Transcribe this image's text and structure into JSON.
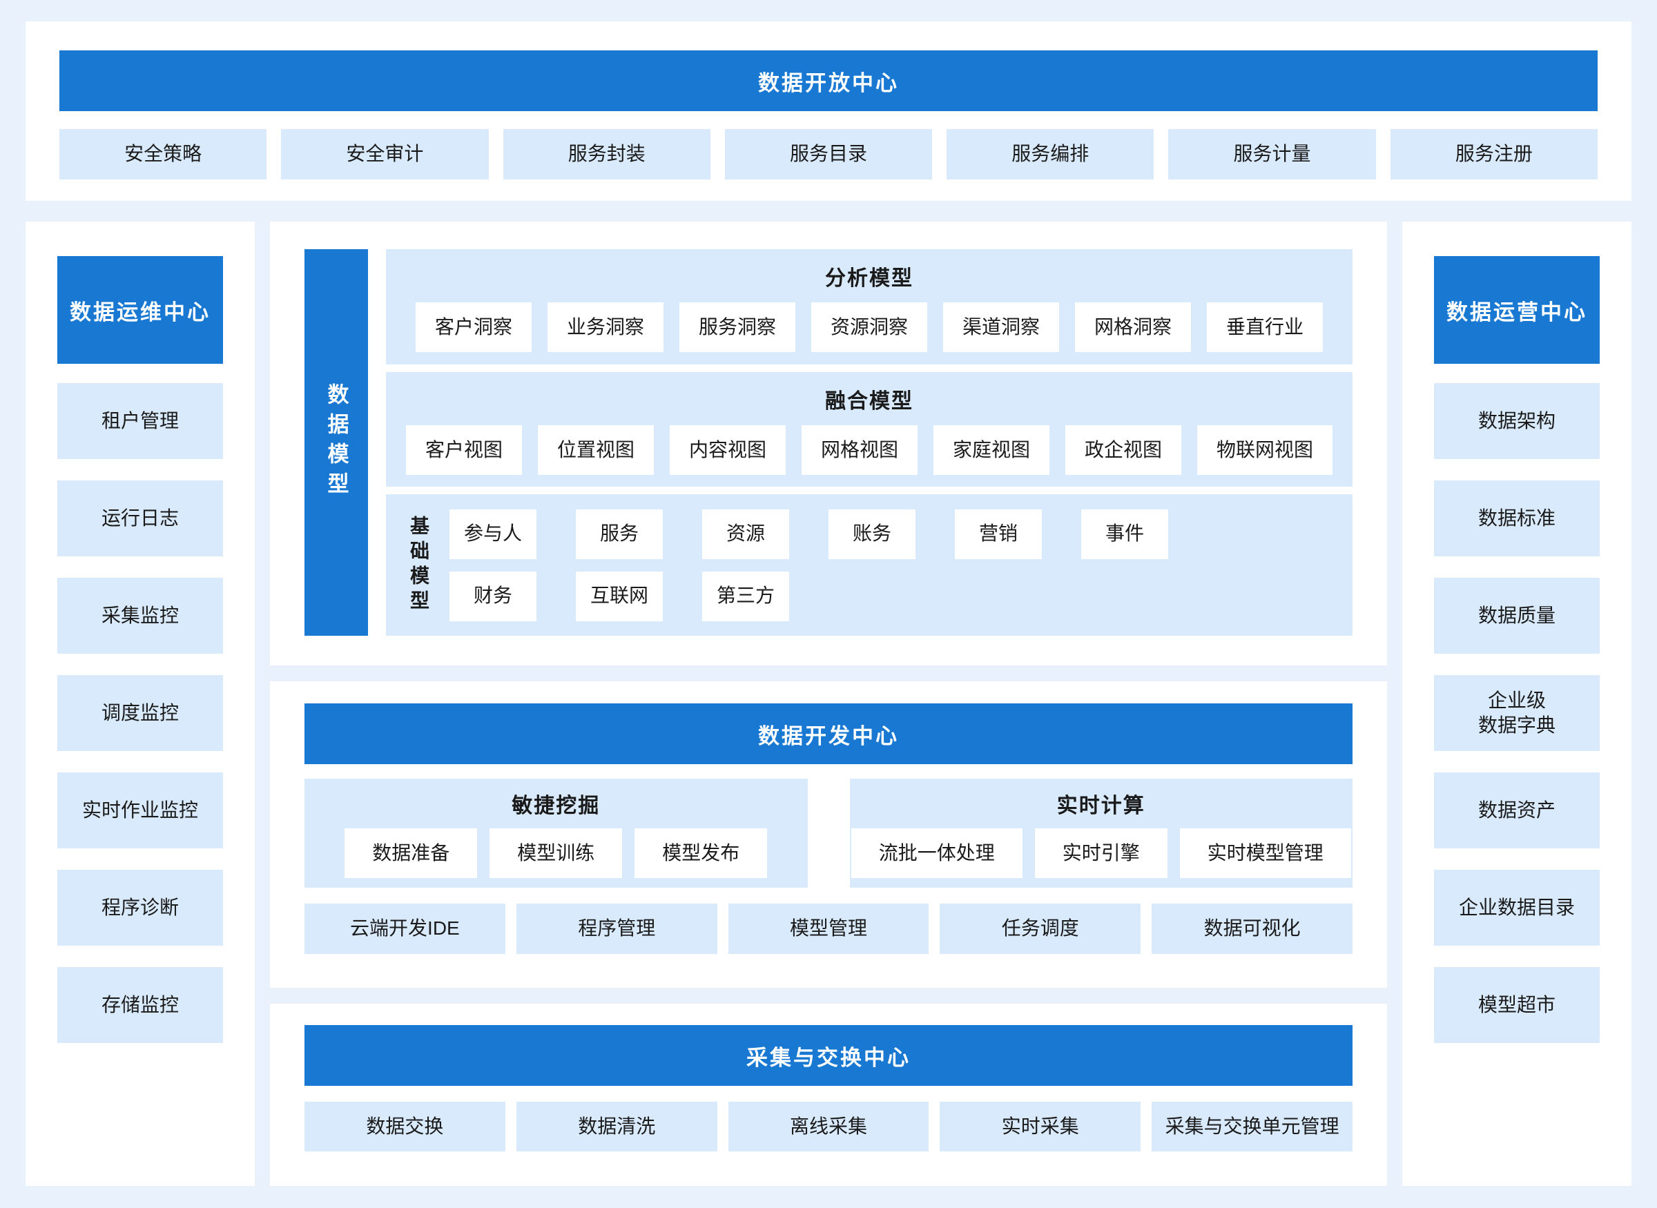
{
  "open_center": {
    "title": "数据开放中心",
    "items": [
      "安全策略",
      "安全审计",
      "服务封装",
      "服务目录",
      "服务编排",
      "服务计量",
      "服务注册"
    ]
  },
  "ops_center": {
    "title": "数据运维中心",
    "items": [
      "租户管理",
      "运行日志",
      "采集监控",
      "调度监控",
      "实时作业监控",
      "程序诊断",
      "存储监控"
    ]
  },
  "biz_center": {
    "title": "数据运营中心",
    "items": [
      "数据架构",
      "数据标准",
      "数据质量",
      "企业级\n数据字典",
      "数据资产",
      "企业数据目录",
      "模型超市"
    ]
  },
  "data_model": {
    "title": "数据模型",
    "analysis": {
      "title": "分析模型",
      "items": [
        "客户洞察",
        "业务洞察",
        "服务洞察",
        "资源洞察",
        "渠道洞察",
        "网格洞察",
        "垂直行业"
      ]
    },
    "fusion": {
      "title": "融合模型",
      "items": [
        "客户视图",
        "位置视图",
        "内容视图",
        "网格视图",
        "家庭视图",
        "政企视图",
        "物联网视图"
      ]
    },
    "base": {
      "title": "基础模型",
      "row1": [
        "参与人",
        "服务",
        "资源",
        "账务",
        "营销",
        "事件"
      ],
      "row2": [
        "财务",
        "互联网",
        "第三方"
      ]
    }
  },
  "dev_center": {
    "title": "数据开发中心",
    "agile": {
      "title": "敏捷挖掘",
      "items": [
        "数据准备",
        "模型训练",
        "模型发布"
      ]
    },
    "realtime": {
      "title": "实时计算",
      "items": [
        "流批一体处理",
        "实时引擎",
        "实时模型管理"
      ]
    },
    "tools": [
      "云端开发IDE",
      "程序管理",
      "模型管理",
      "任务调度",
      "数据可视化"
    ]
  },
  "exchange_center": {
    "title": "采集与交换中心",
    "items": [
      "数据交换",
      "数据清洗",
      "离线采集",
      "实时采集",
      "采集与交换单元管理"
    ]
  },
  "colors": {
    "primary_blue": "#1878d2",
    "light_blue": "#d9eafc",
    "page_background": "#e9f2fc",
    "panel_background": "#ffffff",
    "text": "#1a1a1a"
  }
}
